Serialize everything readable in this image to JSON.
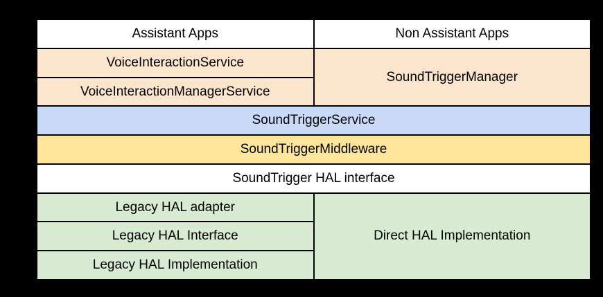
{
  "canvas": {
    "background_color": "#000000",
    "border_color": "#000000",
    "text_color": "#000000"
  },
  "palette": {
    "apps_layer": "#ffffff",
    "framework_layer": "#fce5cd",
    "service_layer": "#c9daf8",
    "middleware_layer": "#ffe599",
    "hal_interface_layer": "#ffffff",
    "hal_layer": "#d9ead3"
  },
  "cells": {
    "assistant_apps": {
      "label": "Assistant Apps",
      "color": "#ffffff"
    },
    "non_assistant_apps": {
      "label": "Non Assistant Apps",
      "color": "#ffffff"
    },
    "voice_interaction_service": {
      "label": "VoiceInteractionService",
      "color": "#fce5cd"
    },
    "voice_interaction_manager_service": {
      "label": "VoiceInteractionManagerService",
      "color": "#fce5cd"
    },
    "sound_trigger_manager": {
      "label": "SoundTriggerManager",
      "color": "#fce5cd"
    },
    "sound_trigger_service": {
      "label": "SoundTriggerService",
      "color": "#c9daf8"
    },
    "sound_trigger_middleware": {
      "label": "SoundTriggerMiddleware",
      "color": "#ffe599"
    },
    "sound_trigger_hal_interface": {
      "label": "SoundTrigger HAL interface",
      "color": "#ffffff"
    },
    "legacy_hal_adapter": {
      "label": "Legacy HAL adapter",
      "color": "#d9ead3"
    },
    "legacy_hal_interface": {
      "label": "Legacy HAL Interface",
      "color": "#d9ead3"
    },
    "legacy_hal_implementation": {
      "label": "Legacy HAL Implementation",
      "color": "#d9ead3"
    },
    "direct_hal_implementation": {
      "label": "Direct HAL Implementation",
      "color": "#d9ead3"
    }
  }
}
